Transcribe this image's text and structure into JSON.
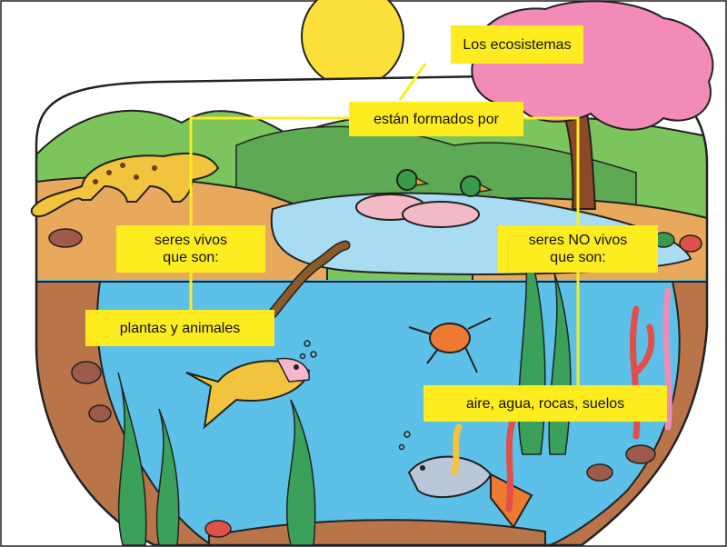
{
  "diagram": {
    "labels": {
      "title": "Los ecosistemas",
      "connector": "están formados por",
      "living_heading": "seres vivos\nque son:",
      "living_examples": "plantas y animales",
      "nonliving_heading": "seres NO vivos\nque son:",
      "nonliving_examples": "aire, agua, rocas, suelos"
    },
    "colors": {
      "label_fill": "#fcec20",
      "connector_line": "#fcec20",
      "sun": "#fde03a",
      "water": "#5cc0e8",
      "pond": "#a8dcf2",
      "soil": "#b9744a",
      "hills": "#7cc45c",
      "tree_blossom": "#f38bb8",
      "sky": "#ffffff"
    },
    "scene_elements": [
      "sun-icon",
      "pink-tree-icon",
      "jaguar-icon",
      "duck-icon",
      "eel-icon",
      "fish-icon",
      "shrimp-icon",
      "seaweed-icon",
      "coral-icon",
      "rock-icon",
      "frog-icon",
      "bubble-icon"
    ]
  }
}
